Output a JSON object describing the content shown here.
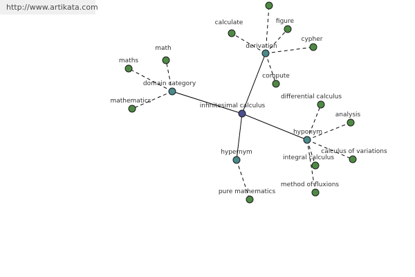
{
  "credit_url": "http://www.artikata.com",
  "colors": {
    "center": "#4b4f8f",
    "relation": "#4a8a8c",
    "leaf": "#4f8a45"
  },
  "graph": {
    "nodes": [
      {
        "id": "center",
        "label": "infinitesimal calculus",
        "kind": "center"
      },
      {
        "id": "derivation",
        "label": "derivation",
        "kind": "relation"
      },
      {
        "id": "domain",
        "label": "domain category",
        "kind": "relation"
      },
      {
        "id": "hyponym",
        "label": "hyponym",
        "kind": "relation"
      },
      {
        "id": "hypernym",
        "label": "hypernym",
        "kind": "relation"
      },
      {
        "id": "top",
        "label": "",
        "kind": "leaf"
      },
      {
        "id": "calculate",
        "label": "calculate",
        "kind": "leaf"
      },
      {
        "id": "figure",
        "label": "figure",
        "kind": "leaf"
      },
      {
        "id": "cypher",
        "label": "cypher",
        "kind": "leaf"
      },
      {
        "id": "compute",
        "label": "compute",
        "kind": "leaf"
      },
      {
        "id": "math",
        "label": "math",
        "kind": "leaf"
      },
      {
        "id": "maths",
        "label": "maths",
        "kind": "leaf"
      },
      {
        "id": "mathematics",
        "label": "mathematics",
        "kind": "leaf"
      },
      {
        "id": "differential",
        "label": "differential calculus",
        "kind": "leaf"
      },
      {
        "id": "analysis",
        "label": "analysis",
        "kind": "leaf"
      },
      {
        "id": "variations",
        "label": "calculus of variations",
        "kind": "leaf"
      },
      {
        "id": "integral",
        "label": "integral calculus",
        "kind": "leaf"
      },
      {
        "id": "fluxions",
        "label": "method of fluxions",
        "kind": "leaf"
      },
      {
        "id": "pure",
        "label": "pure mathematics",
        "kind": "leaf"
      }
    ],
    "edges": [
      {
        "from": "center",
        "to": "derivation",
        "style": "solid"
      },
      {
        "from": "center",
        "to": "domain",
        "style": "solid"
      },
      {
        "from": "center",
        "to": "hyponym",
        "style": "solid"
      },
      {
        "from": "center",
        "to": "hypernym",
        "style": "solid"
      },
      {
        "from": "derivation",
        "to": "top",
        "style": "dashed"
      },
      {
        "from": "derivation",
        "to": "calculate",
        "style": "dashed"
      },
      {
        "from": "derivation",
        "to": "figure",
        "style": "dashed"
      },
      {
        "from": "derivation",
        "to": "cypher",
        "style": "dashed"
      },
      {
        "from": "derivation",
        "to": "compute",
        "style": "dashed"
      },
      {
        "from": "domain",
        "to": "math",
        "style": "dashed"
      },
      {
        "from": "domain",
        "to": "maths",
        "style": "dashed"
      },
      {
        "from": "domain",
        "to": "mathematics",
        "style": "dashed"
      },
      {
        "from": "hyponym",
        "to": "differential",
        "style": "dashed"
      },
      {
        "from": "hyponym",
        "to": "analysis",
        "style": "dashed"
      },
      {
        "from": "hyponym",
        "to": "variations",
        "style": "dashed"
      },
      {
        "from": "hyponym",
        "to": "integral",
        "style": "dashed"
      },
      {
        "from": "hyponym",
        "to": "fluxions",
        "style": "dashed"
      },
      {
        "from": "hypernym",
        "to": "pure",
        "style": "dashed"
      }
    ]
  }
}
